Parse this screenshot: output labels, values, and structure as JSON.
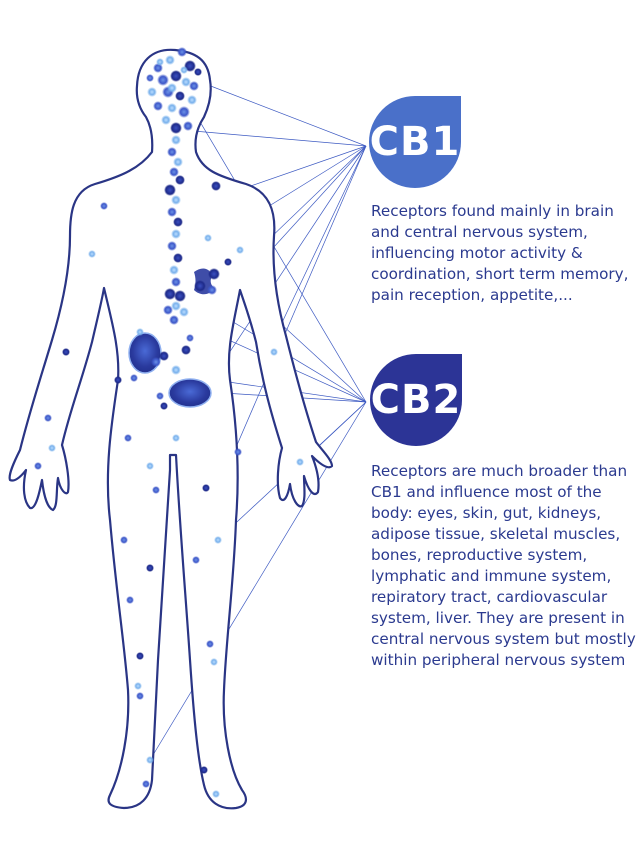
{
  "colors": {
    "outline": "#2a3585",
    "line": "#3d5ac2",
    "cb1": "#4a70c9",
    "cb2": "#2c3496",
    "dot_dark": "#1e2a8a",
    "dot_mid": "#3e58c9",
    "dot_light": "#79b1ec"
  },
  "cb1": {
    "label": "CB1",
    "description": "Receptors found mainly in brain and central nervous system, influencing motor activity & coordination, short term memory, pain reception, appetite,..."
  },
  "cb2": {
    "label": "CB2",
    "description": "Receptors are much broader than CB1 and influence most of the body: eyes, skin, gut, kidneys, adipose tissue, skeletal muscles, bones, reproductive system, lymphatic and immune system, repiratory tract, cardiovascular system, liver. They are present in central nervous system but mostly within peripheral nervous system"
  }
}
